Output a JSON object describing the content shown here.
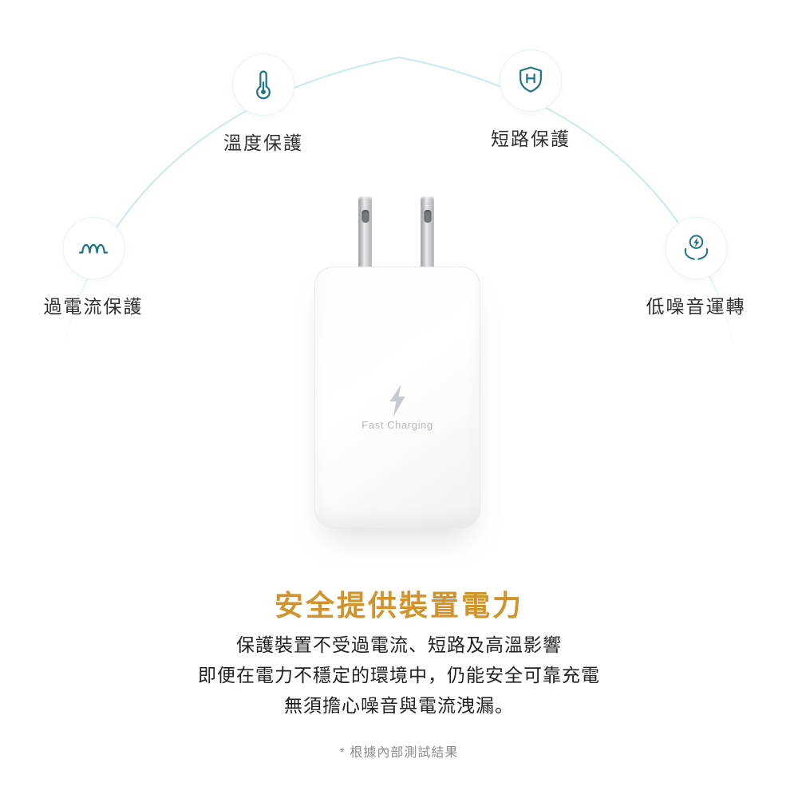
{
  "features": [
    {
      "id": "temperature-protection",
      "label": "溫度保護",
      "icon": "thermometer-icon"
    },
    {
      "id": "short-circuit-protection",
      "label": "短路保護",
      "icon": "shield-icon"
    },
    {
      "id": "overcurrent-protection",
      "label": "過電流保護",
      "icon": "current-wave-icon"
    },
    {
      "id": "low-noise-operation",
      "label": "低噪音運轉",
      "icon": "hands-energy-icon"
    }
  ],
  "product": {
    "logo_icon": "lightning-bolt-icon",
    "printed_label": "Fast Charging"
  },
  "headline": {
    "title": "安全提供裝置電力",
    "lines": [
      "保護裝置不受過電流、短路及高溫影響",
      "即便在電力不穩定的環境中，仍能安全可靠充電",
      "無須擔心噪音與電流洩漏。"
    ],
    "footnote": "* 根據內部測試結果"
  },
  "colors": {
    "icon_teal": "#1e7585",
    "arc_teal": "#cbe9ed",
    "title_orange": "#d2932c",
    "body_text": "#222222",
    "footnote_gray": "#8c8c8c"
  }
}
